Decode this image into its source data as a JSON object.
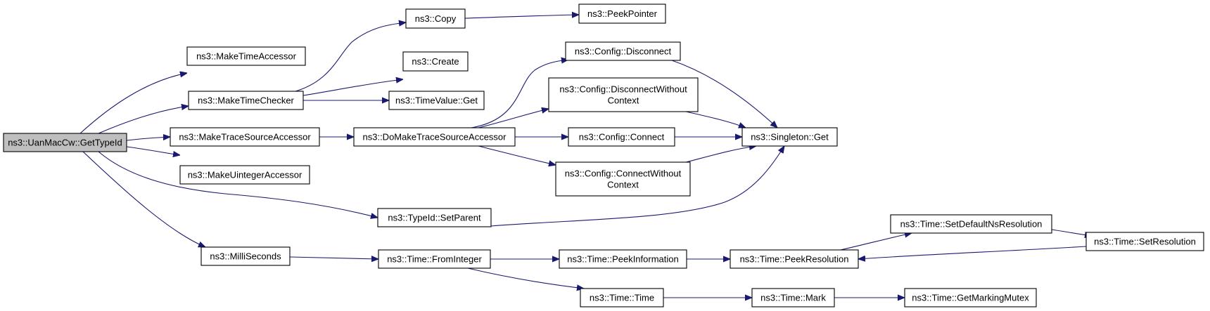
{
  "diagram": {
    "type": "call-graph",
    "colors": {
      "edge": "#191970",
      "root_fill": "#bfbfbf",
      "node_fill": "#ffffff",
      "node_border": "#000000"
    },
    "nodes": [
      {
        "id": "uanmaccw_gettypeid",
        "lines": [
          "ns3::UanMacCw::GetTypeId"
        ],
        "root": true
      },
      {
        "id": "maketimeaccessor",
        "lines": [
          "ns3::MakeTimeAccessor"
        ]
      },
      {
        "id": "maketimechecker",
        "lines": [
          "ns3::MakeTimeChecker"
        ]
      },
      {
        "id": "maketracesourceaccessor",
        "lines": [
          "ns3::MakeTraceSourceAccessor"
        ]
      },
      {
        "id": "makeuintegeraccessor",
        "lines": [
          "ns3::MakeUintegerAccessor"
        ]
      },
      {
        "id": "typeid_setparent",
        "lines": [
          "ns3::TypeId::SetParent"
        ]
      },
      {
        "id": "milliseconds",
        "lines": [
          "ns3::MilliSeconds"
        ]
      },
      {
        "id": "copy",
        "lines": [
          "ns3::Copy"
        ]
      },
      {
        "id": "peekpointer",
        "lines": [
          "ns3::PeekPointer"
        ]
      },
      {
        "id": "create",
        "lines": [
          "ns3::Create"
        ]
      },
      {
        "id": "timevalue_get",
        "lines": [
          "ns3::TimeValue::Get"
        ]
      },
      {
        "id": "domaketracesourceaccessor",
        "lines": [
          "ns3::DoMakeTraceSourceAccessor"
        ]
      },
      {
        "id": "config_disconnect",
        "lines": [
          "ns3::Config::Disconnect"
        ]
      },
      {
        "id": "config_disconnectwithoutcontext",
        "lines": [
          "ns3::Config::DisconnectWithout",
          "Context"
        ]
      },
      {
        "id": "config_connect",
        "lines": [
          "ns3::Config::Connect"
        ]
      },
      {
        "id": "config_connectwithoutcontext",
        "lines": [
          "ns3::Config::ConnectWithout",
          "Context"
        ]
      },
      {
        "id": "singleton_get",
        "lines": [
          "ns3::Singleton::Get"
        ]
      },
      {
        "id": "time_frominteger",
        "lines": [
          "ns3::Time::FromInteger"
        ]
      },
      {
        "id": "time_peekinformation",
        "lines": [
          "ns3::Time::PeekInformation"
        ]
      },
      {
        "id": "time_peekresolution",
        "lines": [
          "ns3::Time::PeekResolution"
        ]
      },
      {
        "id": "time_setdefaultnsresolution",
        "lines": [
          "ns3::Time::SetDefaultNsResolution"
        ]
      },
      {
        "id": "time_setresolution",
        "lines": [
          "ns3::Time::SetResolution"
        ]
      },
      {
        "id": "time_time",
        "lines": [
          "ns3::Time::Time"
        ]
      },
      {
        "id": "time_mark",
        "lines": [
          "ns3::Time::Mark"
        ]
      },
      {
        "id": "time_getmarkingmutex",
        "lines": [
          "ns3::Time::GetMarkingMutex"
        ]
      }
    ],
    "edges": [
      {
        "from": "uanmaccw_gettypeid",
        "to": "maketimeaccessor"
      },
      {
        "from": "uanmaccw_gettypeid",
        "to": "maketimechecker"
      },
      {
        "from": "uanmaccw_gettypeid",
        "to": "maketracesourceaccessor"
      },
      {
        "from": "uanmaccw_gettypeid",
        "to": "makeuintegeraccessor"
      },
      {
        "from": "uanmaccw_gettypeid",
        "to": "typeid_setparent"
      },
      {
        "from": "uanmaccw_gettypeid",
        "to": "milliseconds"
      },
      {
        "from": "maketimechecker",
        "to": "copy"
      },
      {
        "from": "maketimechecker",
        "to": "create"
      },
      {
        "from": "maketimechecker",
        "to": "timevalue_get"
      },
      {
        "from": "copy",
        "to": "peekpointer"
      },
      {
        "from": "maketracesourceaccessor",
        "to": "domaketracesourceaccessor"
      },
      {
        "from": "domaketracesourceaccessor",
        "to": "config_disconnect"
      },
      {
        "from": "domaketracesourceaccessor",
        "to": "config_disconnectwithoutcontext"
      },
      {
        "from": "domaketracesourceaccessor",
        "to": "config_connect"
      },
      {
        "from": "domaketracesourceaccessor",
        "to": "config_connectwithoutcontext"
      },
      {
        "from": "config_disconnect",
        "to": "singleton_get"
      },
      {
        "from": "config_disconnectwithoutcontext",
        "to": "singleton_get"
      },
      {
        "from": "config_connect",
        "to": "singleton_get"
      },
      {
        "from": "config_connectwithoutcontext",
        "to": "singleton_get"
      },
      {
        "from": "typeid_setparent",
        "to": "singleton_get"
      },
      {
        "from": "milliseconds",
        "to": "time_frominteger"
      },
      {
        "from": "time_frominteger",
        "to": "time_peekinformation"
      },
      {
        "from": "time_frominteger",
        "to": "time_time"
      },
      {
        "from": "time_peekinformation",
        "to": "time_peekresolution"
      },
      {
        "from": "time_peekresolution",
        "to": "time_setdefaultnsresolution"
      },
      {
        "from": "time_setdefaultnsresolution",
        "to": "time_setresolution"
      },
      {
        "from": "time_setresolution",
        "to": "time_peekresolution"
      },
      {
        "from": "time_time",
        "to": "time_mark"
      },
      {
        "from": "time_mark",
        "to": "time_getmarkingmutex"
      }
    ]
  }
}
